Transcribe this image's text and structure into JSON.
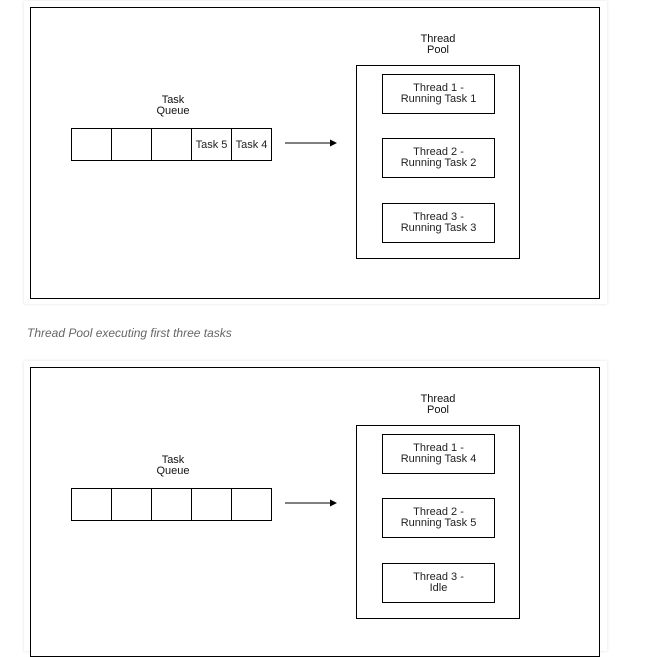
{
  "diagrams": [
    {
      "queue_label": "Task\nQueue",
      "pool_label": "Thread\nPool",
      "queue_cells": [
        "",
        "",
        "",
        "Task 5",
        "Task 4"
      ],
      "threads": [
        {
          "line1": "Thread 1 -",
          "line2": "Running Task 1"
        },
        {
          "line1": "Thread 2 -",
          "line2": "Running Task 2"
        },
        {
          "line1": "Thread 3 -",
          "line2": "Running Task 3"
        }
      ]
    },
    {
      "queue_label": "Task\nQueue",
      "pool_label": "Thread\nPool",
      "queue_cells": [
        "",
        "",
        "",
        "",
        ""
      ],
      "threads": [
        {
          "line1": "Thread 1 -",
          "line2": "Running Task 4"
        },
        {
          "line1": "Thread 2 -",
          "line2": "Running Task 5"
        },
        {
          "line1": "Thread 3 -",
          "line2": "Idle"
        }
      ]
    }
  ],
  "caption": "Thread Pool executing first three tasks"
}
